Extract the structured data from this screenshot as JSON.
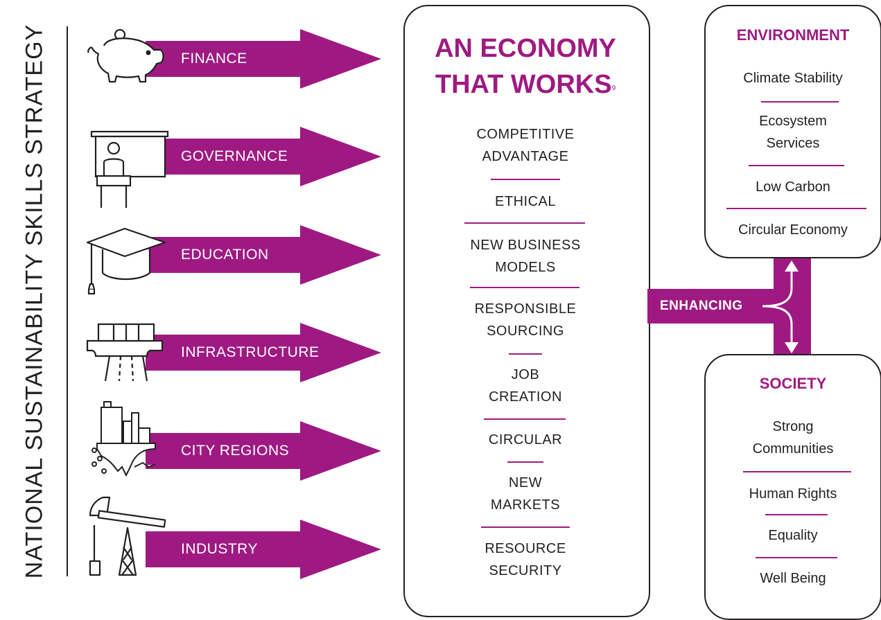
{
  "side_title": "NATIONAL SUSTAINABILITY SKILLS STRATEGY",
  "arrows": [
    {
      "label": "FINANCE",
      "icon": "piggy-bank-icon"
    },
    {
      "label": "GOVERNANCE",
      "icon": "presenter-lectern-icon"
    },
    {
      "label": "EDUCATION",
      "icon": "graduation-cap-icon"
    },
    {
      "label": "INFRASTRUCTURE",
      "icon": "bridge-road-icon"
    },
    {
      "label": "CITY REGIONS",
      "icon": "city-skyline-icon"
    },
    {
      "label": "INDUSTRY",
      "icon": "oil-pump-icon"
    }
  ],
  "center": {
    "title_line1": "AN ECONOMY",
    "title_line2": "THAT WORKS",
    "footnote": "9",
    "items": [
      [
        "COMPETITIVE",
        "ADVANTAGE"
      ],
      [
        "ETHICAL"
      ],
      [
        "NEW BUSINESS",
        "MODELS"
      ],
      [
        "RESPONSIBLE",
        "SOURCING"
      ],
      [
        "JOB",
        "CREATION"
      ],
      [
        "CIRCULAR"
      ],
      [
        "NEW",
        "MARKETS"
      ],
      [
        "RESOURCE",
        "SECURITY"
      ]
    ]
  },
  "connector_label": "ENHANCING",
  "environment": {
    "title": "ENVIRONMENT",
    "items": [
      [
        "Climate Stability"
      ],
      [
        "Ecosystem",
        "Services"
      ],
      [
        "Low Carbon"
      ],
      [
        "Circular Economy"
      ]
    ]
  },
  "society": {
    "title": "SOCIETY",
    "items": [
      [
        "Strong",
        "Communities"
      ],
      [
        "Human Rights"
      ],
      [
        "Equality"
      ],
      [
        "Well Being"
      ]
    ]
  },
  "colors": {
    "accent": "#9e1a82",
    "text": "#231f20"
  }
}
